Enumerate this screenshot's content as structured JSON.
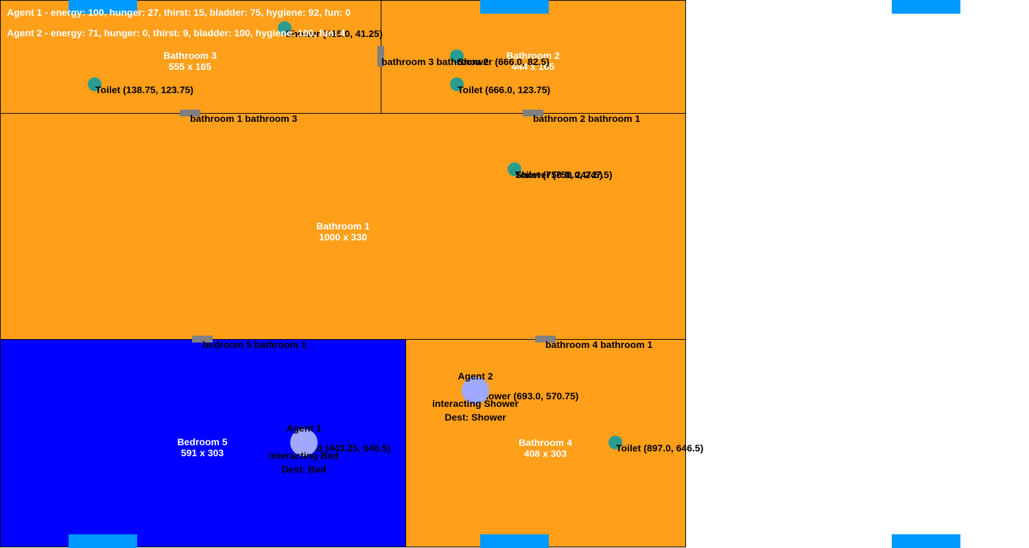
{
  "status": {
    "agent1": "Agent 1 - energy: 100, hunger: 27, thirst: 15, bladder: 75, hygiene: 92, fun: 0",
    "agent2": "Agent 2 - energy: 71, hunger: 0, thirst: 9, bladder: 100, hygiene: 100, fun: 4"
  },
  "colors": {
    "bathroom": "#ff9f1a",
    "bedroom": "#0000ff",
    "window": "#0099ff",
    "door": "#808080",
    "object": "#2a9d8f",
    "agent": "#a0a8ff"
  },
  "rooms": [
    {
      "name": "Bathroom 3",
      "size": "555 x 165",
      "type": "bathroom"
    },
    {
      "name": "Bathroom 2",
      "size": "444 x 165",
      "type": "bathroom"
    },
    {
      "name": "Bathroom 1",
      "size": "1000 x 330",
      "type": "bathroom"
    },
    {
      "name": "Bedroom 5",
      "size": "591 x 303",
      "type": "bedroom"
    },
    {
      "name": "Bathroom 4",
      "size": "408 x 303",
      "type": "bathroom"
    }
  ],
  "doors": [
    {
      "label": "bathroom 3 bathroom 2"
    },
    {
      "label": "bathroom 1 bathroom 3"
    },
    {
      "label": "bathroom 2 bathroom 1"
    },
    {
      "label": "bedroom 5 bathroom 1"
    },
    {
      "label": "bathroom 4 bathroom 1"
    }
  ],
  "objects": [
    {
      "label": "Shower (415.0, 41.25)"
    },
    {
      "label": "Toilet (138.75, 123.75)"
    },
    {
      "label": "Shower (666.0, 82.5)"
    },
    {
      "label": "Toilet (666.0, 123.75)"
    },
    {
      "label": "Shower (750.0, 247.5)"
    },
    {
      "label": "Toilet (750.0, 247.5)"
    },
    {
      "label": "Shower (693.0, 570.75)"
    },
    {
      "label": "Toilet (897.0, 646.5)"
    },
    {
      "label": "Bed (443.25, 646.5)"
    }
  ],
  "agents": [
    {
      "name": "Agent 1",
      "state": "interacting Bed",
      "dest": "Dest: Bed"
    },
    {
      "name": "Agent 2",
      "state": "interacting Shower",
      "dest": "Dest: Shower"
    }
  ]
}
